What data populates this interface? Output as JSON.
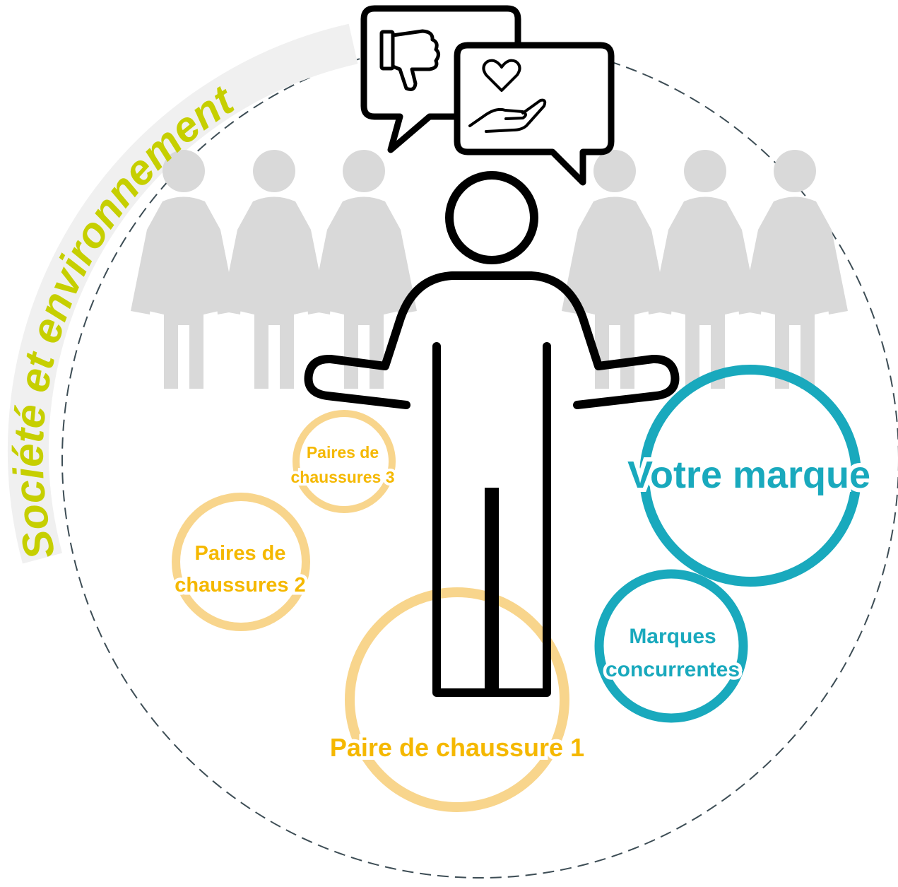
{
  "arc_title": "Société et environnement",
  "bubbles": {
    "pair_1": "Paire de chaussure 1",
    "pair_2": [
      "Paires de",
      "chaussures 2"
    ],
    "pair_3": [
      "Paires de",
      "chaussures 3"
    ],
    "brand": "Votre marque",
    "competitors": [
      "Marques",
      "concurrentes"
    ]
  },
  "icons": [
    "thumbs-down-icon",
    "heart-in-hand-icon",
    "person-icon",
    "crowd-silhouettes"
  ],
  "colors": {
    "arc_title": "#c6cf00",
    "shoes_text": "#f5b800",
    "shoes_ring": "#f8d58c",
    "brand": "#19a9bd",
    "dashed_circle": "#3d4d55",
    "crowd": "#d9d9d9",
    "outline": "#000000"
  }
}
